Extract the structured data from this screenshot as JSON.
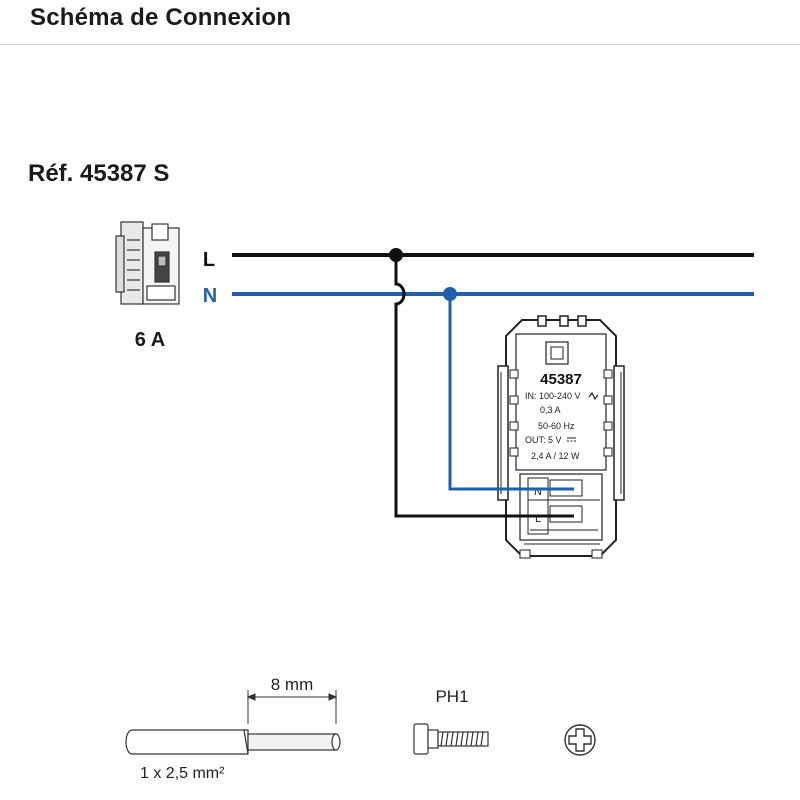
{
  "header": {
    "title": "Schéma de Connexion"
  },
  "reference": {
    "title": "Réf. 45387 S"
  },
  "breaker": {
    "rating": "6 A"
  },
  "lines": {
    "live": {
      "label": "L",
      "color": "#111111"
    },
    "neutral": {
      "label": "N",
      "color": "#1f5fae"
    }
  },
  "device": {
    "model": "45387",
    "input_label": "IN: 100-240 V",
    "input_current": "0,3 A",
    "frequency": "50-60 Hz",
    "output_label": "OUT: 5 V",
    "output_rating": "2,4 A / 12 W",
    "terminal_neutral": "N",
    "terminal_live": "L"
  },
  "accessories": {
    "strip_length": "8 mm",
    "cable_section": "1 x 2,5 mm²",
    "screwdriver": "PH1"
  }
}
